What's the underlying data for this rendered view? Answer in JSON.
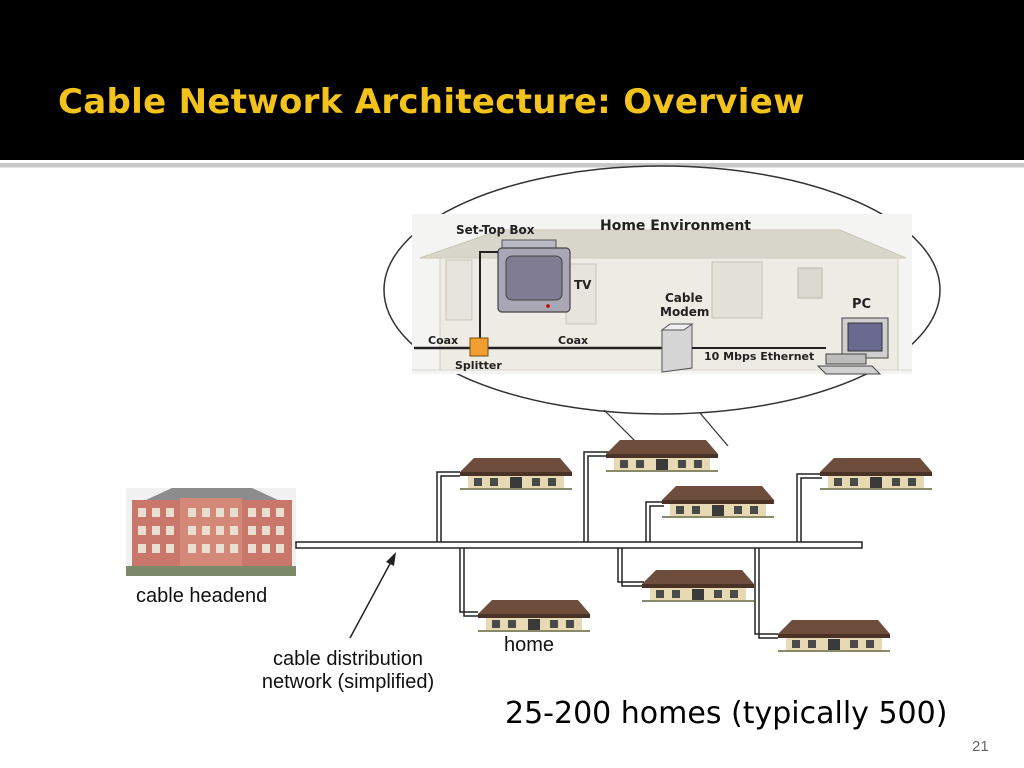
{
  "slide": {
    "title": "Cable Network Architecture: Overview",
    "page_number": "21"
  },
  "home_env": {
    "title": "Home Environment",
    "set_top_box": "Set-Top Box",
    "tv": "TV",
    "cable_modem_line1": "Cable",
    "cable_modem_line2": "Modem",
    "pc": "PC",
    "coax_left": "Coax",
    "coax_right": "Coax",
    "splitter": "Splitter",
    "ethernet": "10 Mbps Ethernet"
  },
  "labels": {
    "cable_headend": "cable headend",
    "home": "home",
    "distribution_line1": "cable distribution",
    "distribution_line2": "network (simplified)",
    "homes_count": "25-200 homes (typically 500)"
  },
  "colors": {
    "title": "#f3c21b",
    "background_bar": "#000000",
    "splitter": "#f0a030",
    "building": "#c9776a"
  }
}
